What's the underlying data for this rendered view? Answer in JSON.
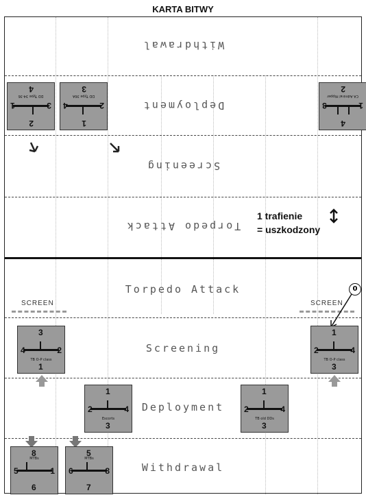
{
  "title": "KARTA BITWY",
  "enemy_zones": {
    "withdrawal": "Withdrawal",
    "deployment": "Deployment",
    "screening": "Screening",
    "torpedo_attack": "Torpedo Attack"
  },
  "player_zones": {
    "torpedo_attack": "Torpedo Attack",
    "screening": "Screening",
    "deployment": "Deployment",
    "withdrawal": "Withdrawal"
  },
  "note": {
    "line1": "1 trafienie",
    "line2": "= uszkodzony"
  },
  "screen_labels": {
    "left": "SCREEN",
    "right": "SCREEN"
  },
  "circle_zero": "0",
  "enemy_counters": [
    {
      "class": "DD Type 34-36",
      "nums": [
        "2",
        "1",
        "4",
        "3"
      ]
    },
    {
      "class": "DD Type 36A",
      "nums": [
        "1",
        "4",
        "3",
        "2"
      ]
    },
    {
      "class": "CA Admiral Hipper",
      "nums": [
        "4",
        "3",
        "2",
        "1"
      ]
    }
  ],
  "player_counters": [
    {
      "class": "TB O-P class",
      "nums": [
        "3",
        "2",
        "4",
        "1"
      ]
    },
    {
      "class": "TB O-P class",
      "nums": [
        "1",
        "4",
        "3",
        "2"
      ]
    },
    {
      "class": "Escorts",
      "nums": [
        "1",
        "4",
        "3",
        "2"
      ]
    },
    {
      "class": "TB old DDs",
      "nums": [
        "1",
        "4",
        "3",
        "2"
      ]
    },
    {
      "class": "MTBs",
      "nums": [
        "8",
        "1",
        "6",
        "5"
      ]
    },
    {
      "class": "MTBs",
      "nums": [
        "5",
        "8",
        "7",
        "6"
      ]
    }
  ],
  "colors": {
    "counter": "#9a9a9a",
    "arrow": "#999999",
    "divider": "#111111"
  }
}
